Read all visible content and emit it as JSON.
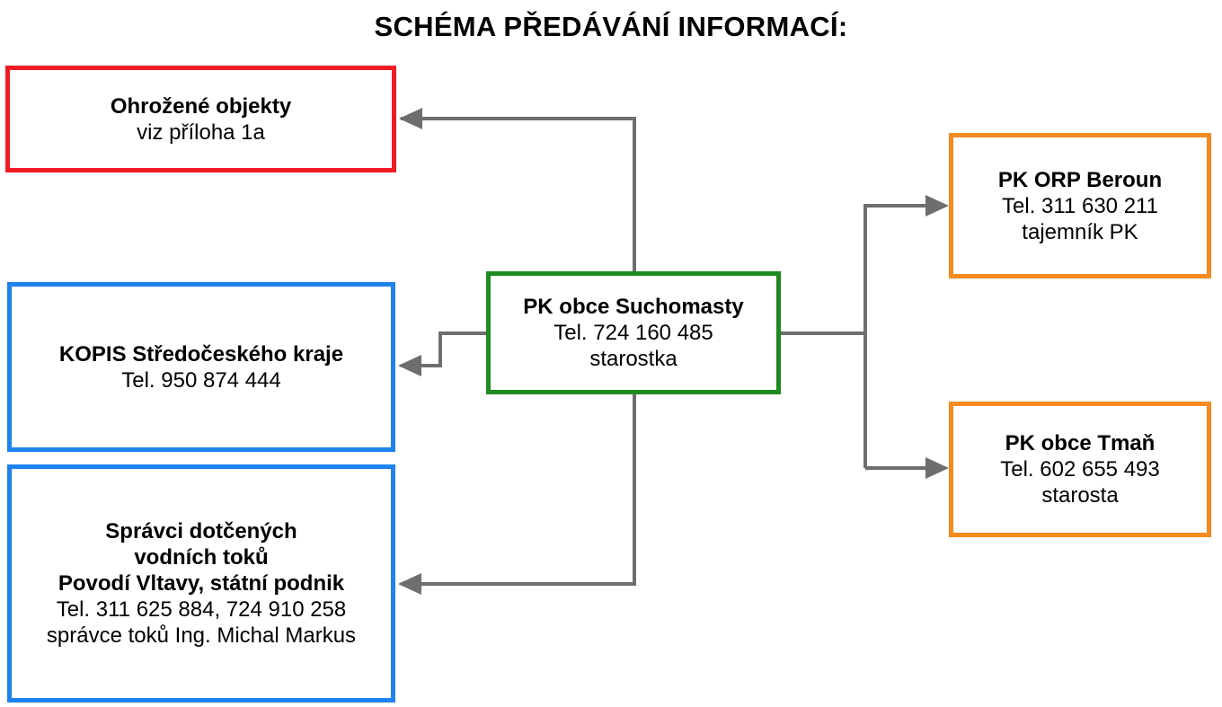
{
  "title": "SCHÉMA PŘEDÁVÁNÍ INFORMACÍ:",
  "colors": {
    "red": "#ee1c24",
    "blue": "#1e83f0",
    "green": "#1f8a1f",
    "orange": "#f58a1f",
    "connector": "#6e6e6e"
  },
  "boxes": {
    "threatened": {
      "heading": "Ohrožené objekty",
      "line1": "viz příloha 1a"
    },
    "kopis": {
      "heading": "KOPIS Středočeského kraje",
      "line1": "Tel. 950 874 444"
    },
    "river": {
      "heading1": "Správci dotčených",
      "heading2": "vodních toků",
      "heading3": "Povodí Vltavy, státní podnik",
      "line1": "Tel. 311 625 884, 724 910 258",
      "line2": "správce toků Ing. Michal Markus"
    },
    "center": {
      "heading": "PK obce Suchomasty",
      "line1": "Tel. 724 160 485",
      "line2": "starostka"
    },
    "orp": {
      "heading": "PK ORP Beroun",
      "line1": "Tel. 311 630 211",
      "line2": "tajemník PK"
    },
    "tman": {
      "heading": "PK obce Tmaň",
      "line1": "Tel. 602 655 493",
      "line2": "starosta"
    }
  }
}
